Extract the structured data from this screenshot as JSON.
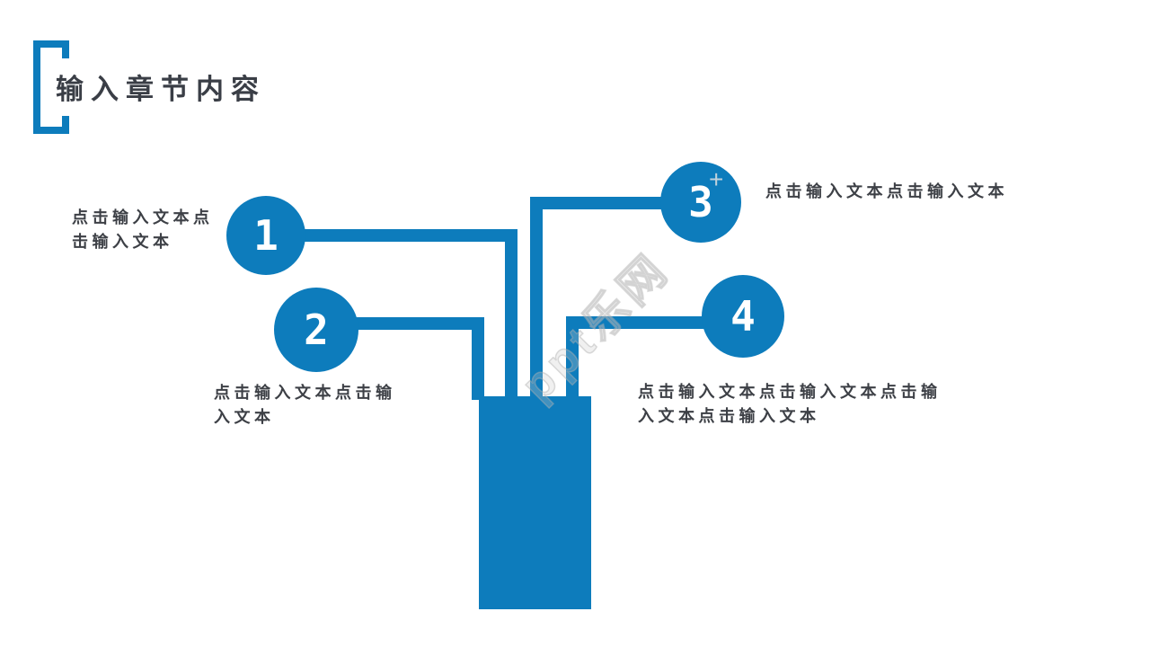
{
  "colors": {
    "primary_blue": "#0D7CBC",
    "title_text": "#3A3E46",
    "body_text": "#3D4046",
    "watermark_gray": "#C9C9C9"
  },
  "header": {
    "title": "输入章节内容"
  },
  "watermark": {
    "text": "ppt乐网",
    "plus_sign": "+"
  },
  "diagram": {
    "nodes": [
      {
        "number": "1",
        "label_lines": [
          "点击输入文本点",
          "击输入文本"
        ]
      },
      {
        "number": "2",
        "label_lines": [
          "点击输入文本点击输",
          "入文本"
        ]
      },
      {
        "number": "3",
        "label_lines": [
          "点击输入文本点击输入文本"
        ]
      },
      {
        "number": "4",
        "label_lines": [
          "点击输入文本点击输入文本点击输",
          "入文本点击输入文本"
        ]
      }
    ]
  }
}
